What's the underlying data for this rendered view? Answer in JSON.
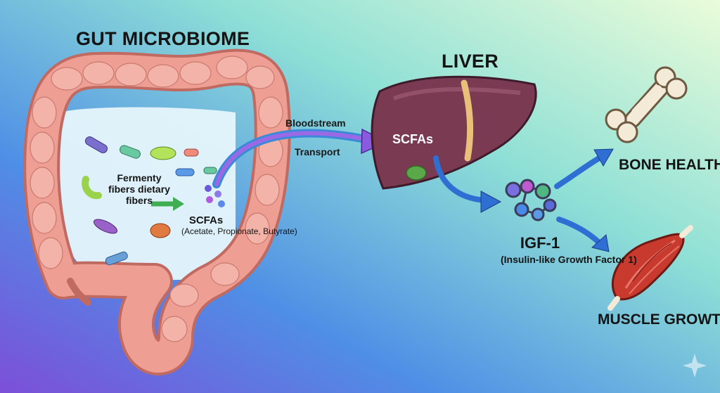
{
  "gut": {
    "title": "GUT MICROBIOME",
    "ferment_label": "Fermenty fibers dietary fibers",
    "scfa_title": "SCFAs",
    "scfa_types": "(Acetate, Propionate, Butyrate)"
  },
  "transport": {
    "line1": "Bloodstream",
    "line2": "Transport"
  },
  "liver": {
    "title": "LIVER",
    "scfa_label": "SCFAs"
  },
  "igf1": {
    "title": "IGF-1",
    "subtitle": "(Insulin-like Growth Factor 1)"
  },
  "outcomes": {
    "bone": "BONE HEALTH",
    "muscle": "MUSCLE GROWTH"
  },
  "colors": {
    "intestine": "#e9968b",
    "intestine_dark": "#c06a62",
    "liver": "#7a3a52",
    "arrow_blue": "#3a7ad8",
    "arrow_purple": "#8a5ae0",
    "bg_left": "#5a6ee0",
    "bg_right": "#e6fbd8"
  }
}
